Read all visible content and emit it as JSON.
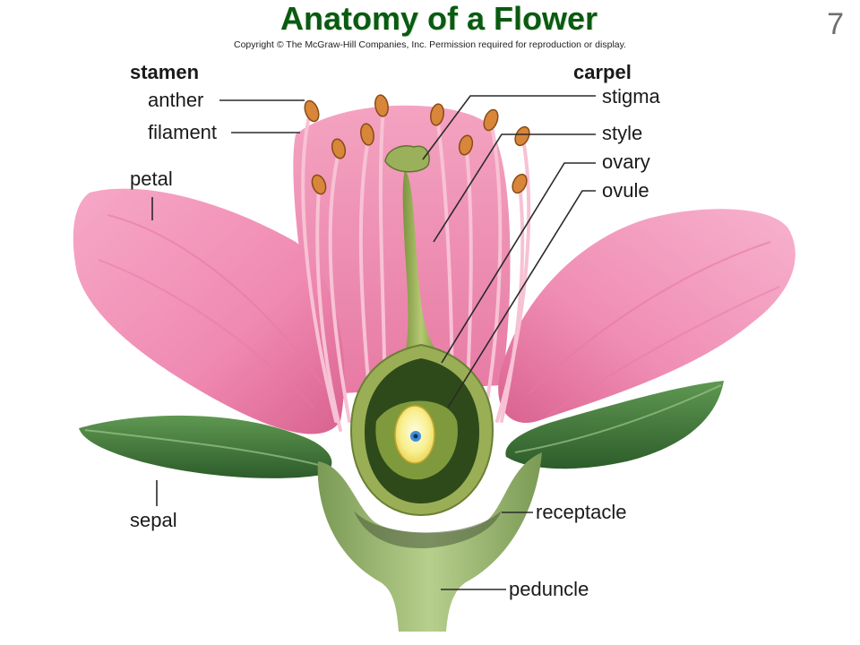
{
  "title": "Anatomy of a Flower",
  "page_number": "7",
  "copyright": "Copyright © The McGraw-Hill Companies, Inc. Permission required for reproduction or display.",
  "groups": {
    "stamen": "stamen",
    "carpel": "carpel"
  },
  "labels": {
    "anther": "anther",
    "filament": "filament",
    "petal": "petal",
    "sepal": "sepal",
    "stigma": "stigma",
    "style": "style",
    "ovary": "ovary",
    "ovule": "ovule",
    "receptacle": "receptacle",
    "peduncle": "peduncle"
  },
  "colors": {
    "title": "#0a5a12",
    "petal": "#f28fb3",
    "petal_dark": "#e06a98",
    "sepal": "#3f7a3a",
    "stem": "#8fb06a",
    "carpel": "#8da24a",
    "ovary_inner": "#2f4a1a",
    "ovule": "#f7ef9a",
    "anther": "#d8863a"
  }
}
